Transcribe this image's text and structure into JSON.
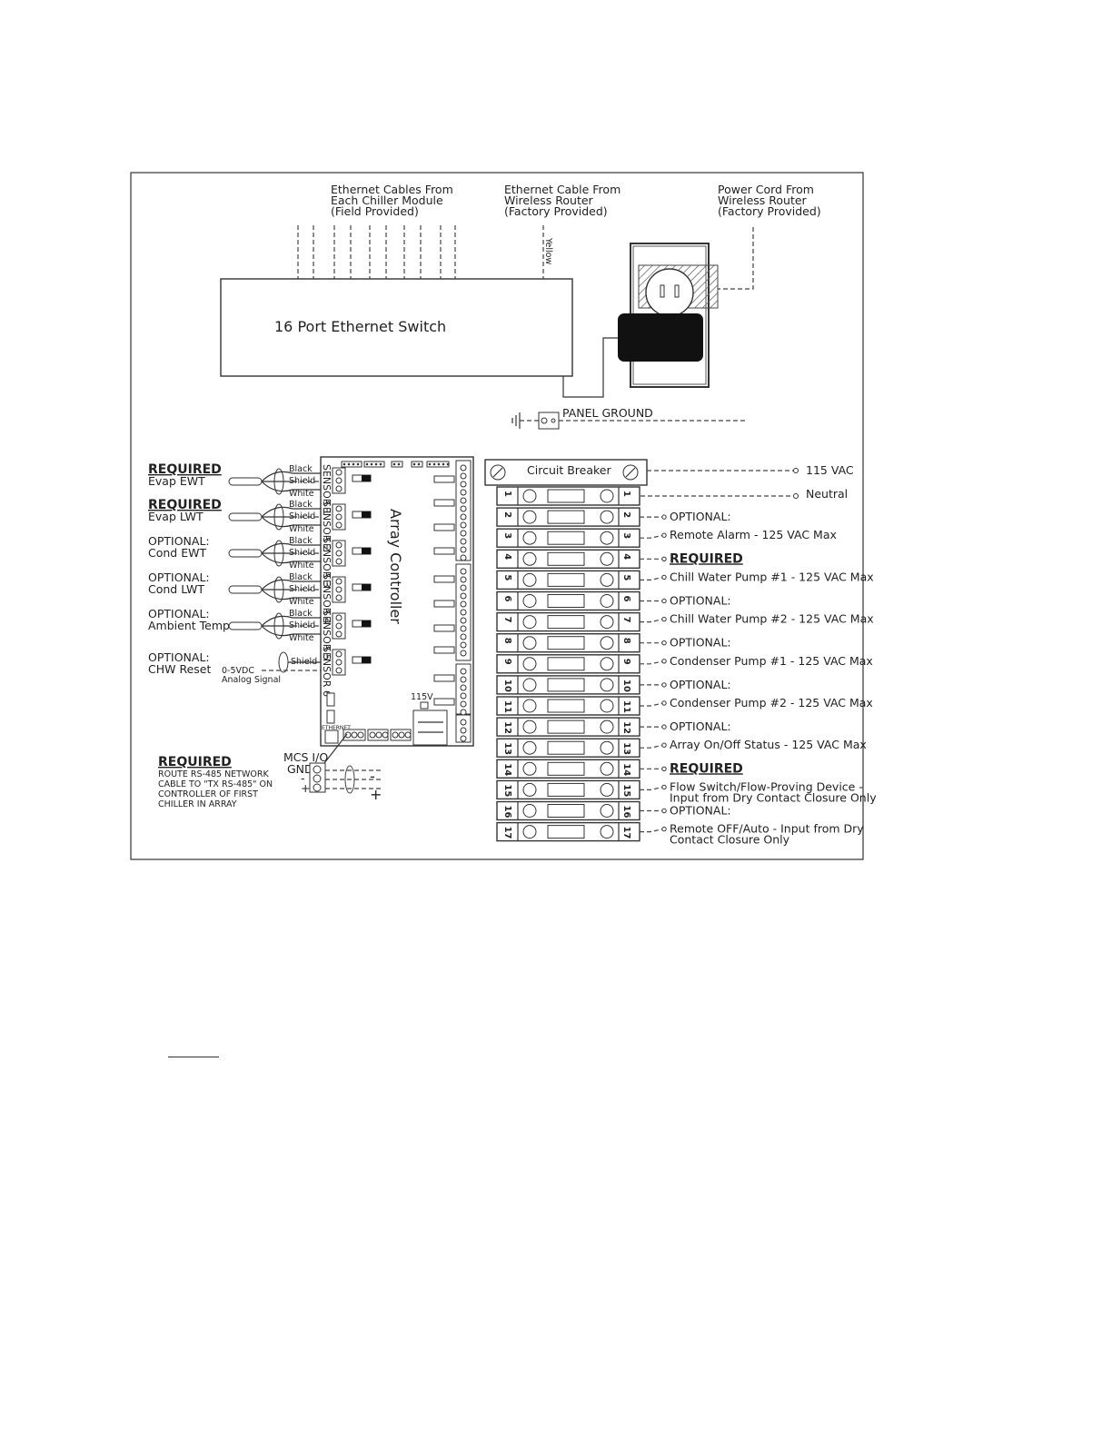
{
  "diagram": {
    "ethernet_cables_label": [
      "Ethernet Cables From",
      "Each Chiller Module",
      "(Field Provided)"
    ],
    "router_cable_label": [
      "Ethernet Cable From",
      "Wireless Router",
      "(Factory Provided)"
    ],
    "power_cord_label": [
      "Power Cord From",
      "Wireless Router",
      "(Factory Provided)"
    ],
    "yellow_label": "Yellow",
    "switch_label": "16 Port Ethernet Switch",
    "panel_ground_label": "PANEL GROUND",
    "circuit_breaker_label": "Circuit Breaker",
    "vac_label": "115 VAC",
    "neutral_label": "Neutral",
    "array_controller_label": "Array Controller",
    "v115_label": "115V",
    "ethernet_small_label": "ETHERNET",
    "mcs_io_label": "MCS I/O",
    "gnd_label": "GND",
    "minus_label": "-",
    "plus_label": "+",
    "sensor_labels": [
      "SENSOR 1",
      "SENSOR 2",
      "SENSOR 3",
      "SENSOR 4",
      "SENSOR 5",
      "SENSOR 6"
    ],
    "wire_black": "Black",
    "wire_shield": "Shield",
    "wire_white": "White",
    "sensors": [
      {
        "tag": "REQUIRED",
        "name": "Evap EWT"
      },
      {
        "tag": "REQUIRED",
        "name": "Evap LWT"
      },
      {
        "tag": "OPTIONAL:",
        "name": "Cond EWT"
      },
      {
        "tag": "OPTIONAL:",
        "name": "Cond LWT"
      },
      {
        "tag": "OPTIONAL:",
        "name": "Ambient Temp"
      },
      {
        "tag": "OPTIONAL:",
        "name": "CHW Reset"
      }
    ],
    "analog_signal_label": [
      "0-5VDC",
      "Analog Signal"
    ],
    "rs485_note": {
      "tag": "REQUIRED",
      "lines": [
        "ROUTE RS-485 NETWORK",
        "CABLE TO \"TX RS-485\" ON",
        "CONTROLLER OF FIRST",
        "CHILLER IN ARRAY"
      ]
    },
    "terminal_numbers": [
      "1",
      "2",
      "3",
      "4",
      "5",
      "6",
      "7",
      "8",
      "9",
      "10",
      "11",
      "12",
      "13",
      "14",
      "15",
      "16",
      "17"
    ],
    "terminal_labels": [
      {
        "tag": "OPTIONAL:",
        "lines": [
          "Remote Alarm - 125 VAC Max"
        ]
      },
      {
        "tag": "REQUIRED",
        "lines": [
          "Chill Water Pump #1 - 125 VAC Max"
        ]
      },
      {
        "tag": "OPTIONAL:",
        "lines": [
          "Chill Water Pump #2 - 125 VAC Max"
        ]
      },
      {
        "tag": "OPTIONAL:",
        "lines": [
          "Condenser Pump #1 - 125 VAC Max"
        ]
      },
      {
        "tag": "OPTIONAL:",
        "lines": [
          "Condenser Pump #2 - 125 VAC Max"
        ]
      },
      {
        "tag": "OPTIONAL:",
        "lines": [
          "Array On/Off Status - 125 VAC Max"
        ]
      },
      {
        "tag": "REQUIRED",
        "lines": [
          "Flow Switch/Flow-Proving Device -",
          "Input from Dry Contact Closure Only"
        ]
      },
      {
        "tag": "OPTIONAL:",
        "lines": [
          "Remote OFF/Auto - Input from Dry",
          "Contact Closure Only"
        ]
      }
    ]
  }
}
